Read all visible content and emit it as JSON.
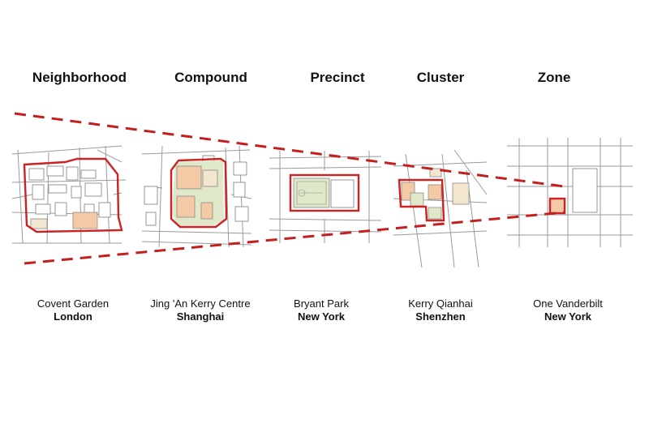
{
  "scales": [
    {
      "id": "neighborhood",
      "label": "Neighborhood",
      "place": "Covent Garden",
      "city": "London"
    },
    {
      "id": "compound",
      "label": "Compound",
      "place": "Jing 'An Kerry Centre",
      "city": "Shanghai"
    },
    {
      "id": "precinct",
      "label": "Precinct",
      "place": "Bryant Park",
      "city": "New York"
    },
    {
      "id": "cluster",
      "label": "Cluster",
      "place": "Kerry Qianhai",
      "city": "Shenzhen"
    },
    {
      "id": "zone",
      "label": "Zone",
      "place": "One Vanderbilt",
      "city": "New York"
    }
  ],
  "colors": {
    "boundary": "#cc2222",
    "dashed_line": "#c41f1f",
    "street": "#9a9a9a",
    "building_fill": "#f4c9a6",
    "park_fill": "#dfe8c8",
    "plaza_fill": "#f2e6cf"
  }
}
